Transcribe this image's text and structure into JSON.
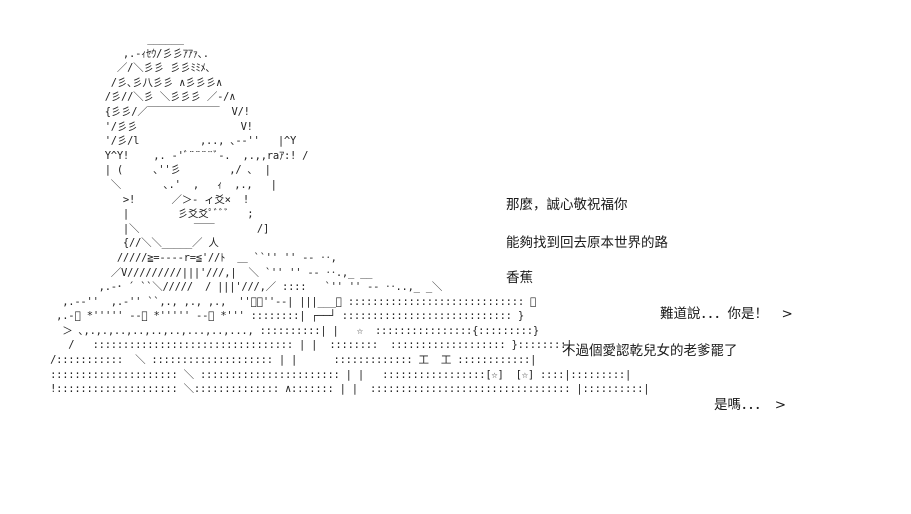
{
  "artwork": {
    "ascii_lines": [
      "                 ______",
      "             ,.-ｨｾｳ/彡彡ｱｱｧ､.",
      "            ／/＼彡彡 彡彡ﾐﾐﾒ､",
      "           /彡､彡八彡彡 ∧彡彡彡∧",
      "          /彡//＼彡 ＼彡彡彡 ／-/∧",
      "          {彡彡/／￣￣￣￣￣￣￣  V/!",
      "          '/彡彡                 V!",
      "          '/彡/l          ,.., ､-‐''   |^Y",
      "          Y^Y!    ,. -'ﾞ¨¨¨¨ﾞ-.  ,.,,rаｱ:! /",
      "          | (     ､''彡        ,/ ､  |",
      "           ＼       ､.'  ,   ｨ  ,.,   |",
      "             >!      ／＞- ィ爻×  !",
      "             |        彡爻爻ﾟﾞﾞﾞ   ;",
      "             |＼         ￣￣       /]",
      "             {//＼＼_____／ 人",
      "            /////≧=----r=≦'//ﾄ  ＿ ``'' '' ‐- ‥,",
      "           ／V/////////|||'///,|  ＼ `'' '' ‐- ‥.,_ __",
      "         ,.-･ ´ ``＼/////  / |||'///,／ ::::   `'' '' ‐- ‥..,_ _＼",
      "   ,.-‐''  ,.-'' ``,., ,., ,.,  ''ﾞ＜''--| |||___／ ::::::::::::::::::::::::::::: ＼",
      "  ,.-ﾟ *''''' ‐-｡ *''''' ‐-｡ *''' ::::::::| ┌──┘ :::::::::::::::::::::::::::: }",
      "   ＞ ､,.,.,..,..,..,..,...,..,..., ::::::::::| |   ☆  ::::::::::::::::{:::::::::}",
      "    /   ::::::::::::::::::::::::::::::::: | |  ::::::::  ::::::::::::::::::: }::::::::|",
      " /:::::::::::  ＼ :::::::::::::::::::: | |      ::::::::::::: 工  工 ::::::::::::|",
      " ::::::::::::::::::::: ＼ ::::::::::::::::::::::: | |   :::::::::::::::::[☆]  [☆] ::::|:::::::::|",
      " !:::::::::::::::::::: ＼:::::::::::::: ∧::::::: | |  ::::::::::::::::::::::::::::::::: |::::::::::|"
    ]
  },
  "dialogue": {
    "line_1": "那麼，誠心敬祝福你",
    "line_2": "能夠找到回去原本世界的路",
    "line_3": "香蕉",
    "line_4": "難道說．．．你是！　>",
    "line_5": "不過個愛認乾兒女的老爹罷了",
    "line_6": "是嗎．．．　>"
  }
}
